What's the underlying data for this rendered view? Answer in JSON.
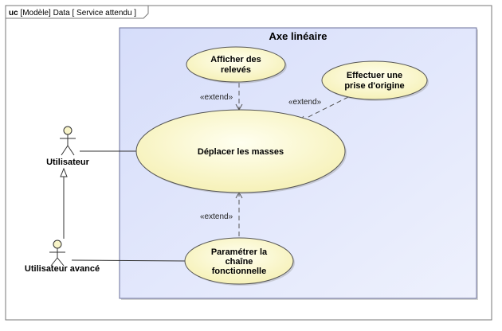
{
  "frame": {
    "kind": "uc",
    "title": "[Modèle] Data [ Service attendu ]"
  },
  "system": {
    "title": "Axe linéaire"
  },
  "actors": [
    {
      "name": "Utilisateur"
    },
    {
      "name": "Utilisateur avancé"
    }
  ],
  "use_cases": [
    {
      "lines": [
        "Afficher des",
        "relevés"
      ]
    },
    {
      "lines": [
        "Effectuer une",
        "prise d'origine"
      ]
    },
    {
      "lines": [
        "Déplacer les masses"
      ]
    },
    {
      "lines": [
        "Paramétrer la",
        "chaîne",
        "fonctionnelle"
      ]
    }
  ],
  "relations": {
    "extend_label": "«extend»"
  },
  "colors": {
    "system_fill": "#dde3fb",
    "usecase_fill": "#fbf8cc",
    "border": "#6a6f9a"
  }
}
